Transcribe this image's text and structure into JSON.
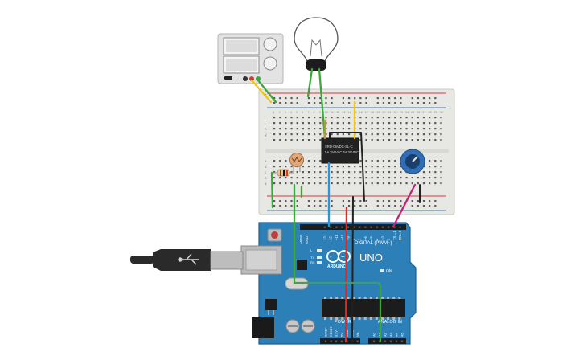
{
  "colors": {
    "background": "#ffffff",
    "breadboard": "#e7e7e4",
    "breadboard_edge": "#c9c9c5",
    "hole": "#5a5a5a",
    "rail_red": "#d33a3a",
    "rail_blue": "#4a78b5",
    "arduino": "#2d7fb8",
    "arduino_dark": "#1e5f8e",
    "header": "#1c1c1c",
    "supply_body": "#e3e3e3",
    "relay": "#222222",
    "pot_ring": "#2f6fb7",
    "wire_green": "#3ba83b",
    "wire_yellow": "#f0c419",
    "wire_red": "#d72c2c",
    "wire_black": "#222222",
    "wire_blue": "#2f93d8",
    "wire_magenta": "#c2237a",
    "wire_orange": "#e8811f",
    "usb": "#2a2a2a"
  },
  "icons": {
    "power_supply": "power-supply-icon",
    "bulb": "light-bulb-icon",
    "relay": "relay-icon",
    "photoresistor": "photoresistor-icon",
    "resistor": "resistor-icon",
    "potentiometer": "potentiometer-icon",
    "usb": "usb-cable-icon",
    "arduino": "arduino-board-icon"
  },
  "breadboard": {
    "rail_plus": "+",
    "rail_minus": "-",
    "rows_top": [
      "j",
      "i",
      "h",
      "g",
      "f"
    ],
    "rows_bottom": [
      "e",
      "d",
      "c",
      "b",
      "a"
    ],
    "column_numbers": [
      "1",
      "2",
      "3",
      "4",
      "5",
      "6",
      "7",
      "8",
      "9",
      "10",
      "11",
      "12",
      "13",
      "14",
      "15",
      "16",
      "17",
      "18",
      "19",
      "20",
      "21",
      "22",
      "23",
      "24",
      "25",
      "26",
      "27",
      "28",
      "29",
      "30"
    ]
  },
  "relay": {
    "line1": "SRD-05VDC-SL-C",
    "line2": "5A 250VAC 5A 30VDC"
  },
  "arduino": {
    "brand": "ARDUINO",
    "model": "UNO",
    "digital_label": "DIGITAL (PWM~)",
    "power_label": "POWER",
    "analog_label": "ANALOG IN",
    "aref": "AREF",
    "gnd": "GND",
    "digital_pins": [
      "13",
      "12",
      "~11",
      "~10",
      "~9",
      "8",
      "7",
      "~6",
      "~5",
      "4",
      "~3",
      "2",
      "TX→1",
      "RX←0"
    ],
    "power_pins": [
      "IOREF",
      "RESET",
      "3.3V",
      "5V",
      "GND",
      "GND",
      "Vin"
    ],
    "analog_pins": [
      "A0",
      "A1",
      "A2",
      "A3",
      "A4",
      "A5"
    ],
    "led_labels": [
      "L",
      "TX",
      "RX"
    ],
    "on_label": "ON"
  }
}
